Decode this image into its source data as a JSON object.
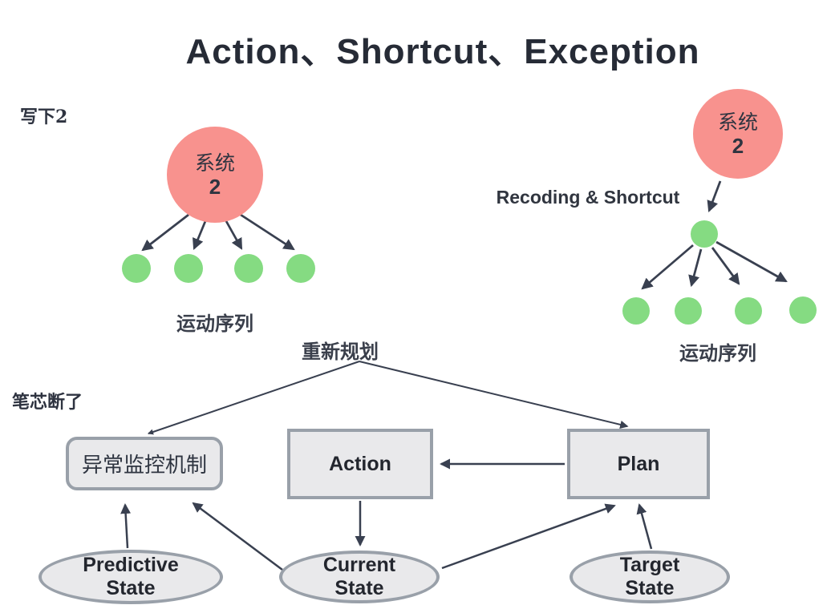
{
  "title": "Action、Shortcut、Exception",
  "annotations": {
    "write_down": "写下2",
    "pen_break": "笔芯断了",
    "replan": "重新规划",
    "recoding_shortcut": "Recoding & Shortcut"
  },
  "left_tree": {
    "root_line1": "系统",
    "root_line2": "2",
    "label": "运动序列"
  },
  "right_tree": {
    "root_line1": "系统",
    "root_line2": "2",
    "label": "运动序列"
  },
  "nodes": {
    "monitor": "异常监控机制",
    "action": "Action",
    "plan": "Plan",
    "predictive_line1": "Predictive",
    "predictive_line2": "State",
    "current_line1": "Current",
    "current_line2": "State",
    "target_line1": "Target",
    "target_line2": "State"
  },
  "colors": {
    "system_node_fill": "#f8928e",
    "motor_node_fill": "#85db82",
    "box_fill": "#e9e9eb",
    "box_border": "#99a0a9",
    "arrow": "#394050",
    "text_dark": "#2e3440"
  }
}
